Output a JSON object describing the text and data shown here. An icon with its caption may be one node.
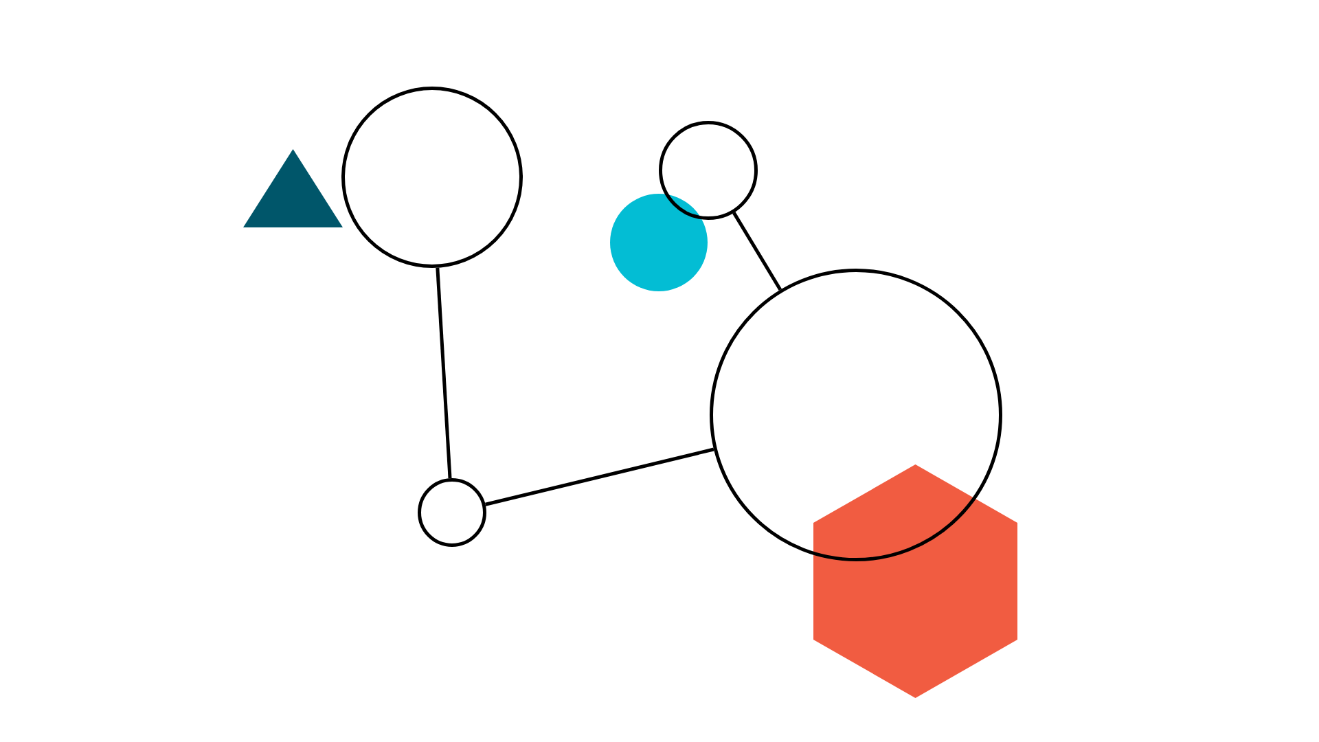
{
  "diagram": {
    "nodes": [
      {
        "text": [],
        "shape": "triangle"
      },
      {
        "text": [],
        "shape": "circle"
      },
      {
        "text": [],
        "shape": "circle"
      },
      {
        "text": [],
        "shape": "circle"
      },
      {
        "text": [],
        "shape": "circle"
      },
      {
        "text": [],
        "shape": "circle"
      },
      {
        "text": [],
        "shape": "hexagon"
      }
    ],
    "edges": [
      {
        "from": 1,
        "to": 2,
        "arrow": "none"
      },
      {
        "from": 2,
        "to": 5,
        "arrow": "none"
      },
      {
        "from": 4,
        "to": 5,
        "arrow": "none"
      }
    ]
  }
}
